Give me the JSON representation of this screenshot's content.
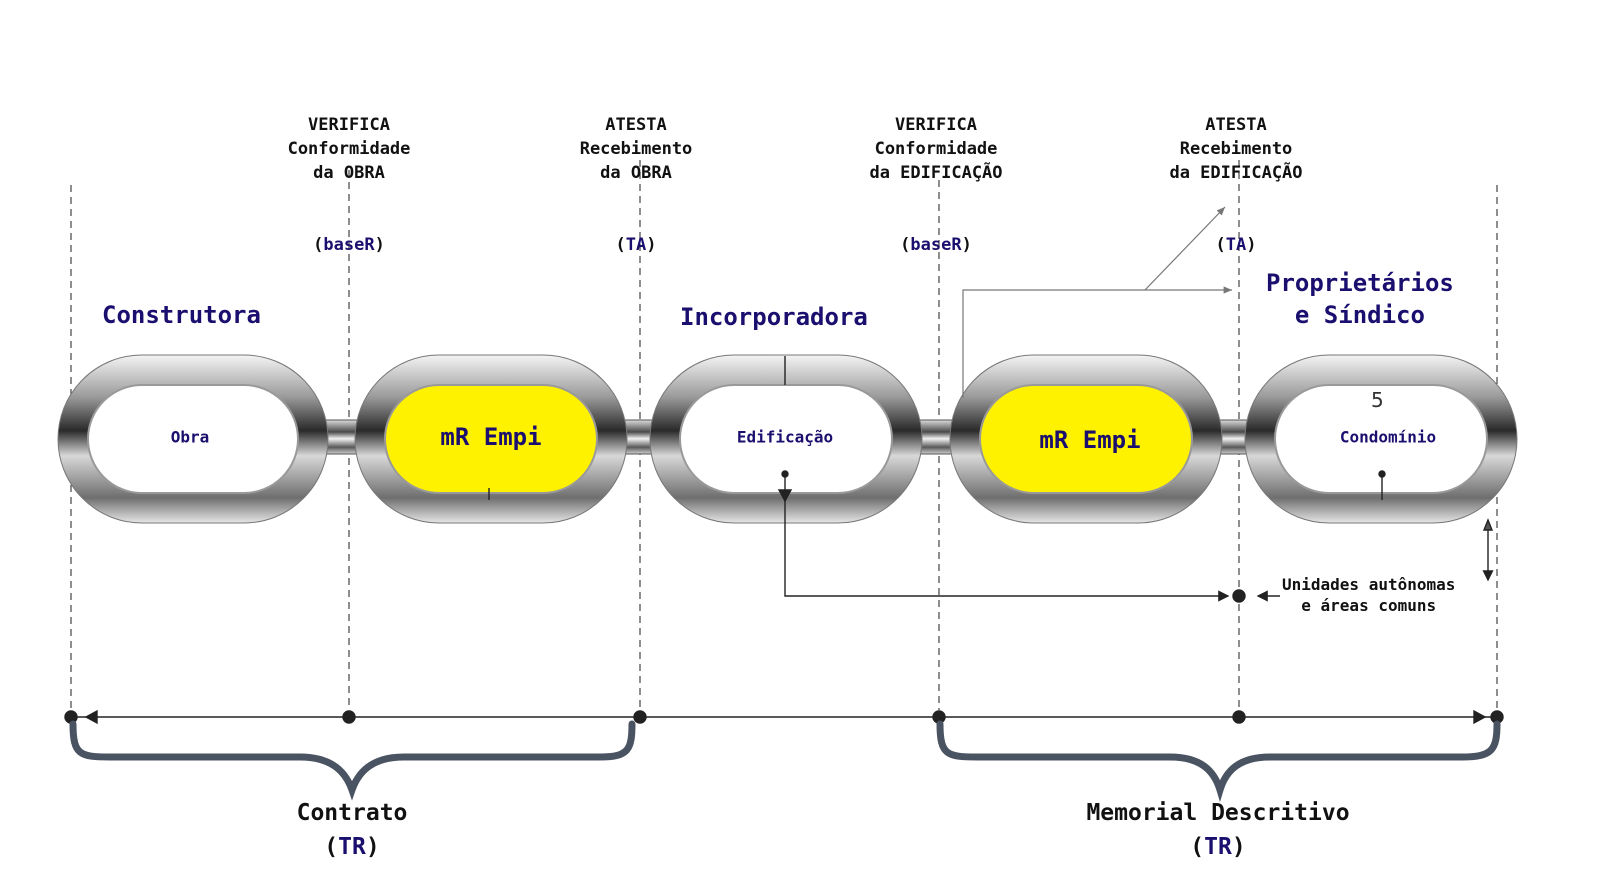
{
  "colors": {
    "accent": "#1a0f6e",
    "highlight": "#fff200",
    "text": "#111111",
    "brace": "#4a5362"
  },
  "milestones": [
    {
      "verb": "VERIFICA",
      "line1": "Conformidade",
      "line2": "da OBRA",
      "ref": "baseR"
    },
    {
      "verb": "ATESTA",
      "line1": "Recebimento",
      "line2": "da OBRA",
      "ref": "TA"
    },
    {
      "verb": "VERIFICA",
      "line1": "Conformidade",
      "line2": "da EDIFICAÇÃO",
      "ref": "baseR"
    },
    {
      "verb": "ATESTA",
      "line1": "Recebimento",
      "line2": "da EDIFICAÇÃO",
      "ref": "TA"
    }
  ],
  "actors": {
    "construtora": "Construtora",
    "incorporadora": "Incorporadora",
    "proprietarios": "Proprietários\ne Síndico"
  },
  "links": [
    {
      "label": "Obra",
      "highlight": false
    },
    {
      "label": "mR Empi",
      "highlight": true
    },
    {
      "label": "Edificação",
      "highlight": false
    },
    {
      "label": "mR Empi",
      "highlight": true
    },
    {
      "label": "Condomínio",
      "highlight": false
    }
  ],
  "link_number": "5",
  "note": "Unidades autônomas\ne áreas comuns",
  "braces": [
    {
      "title": "Contrato",
      "ref": "TR"
    },
    {
      "title": "Memorial Descritivo",
      "ref": "TR"
    }
  ]
}
